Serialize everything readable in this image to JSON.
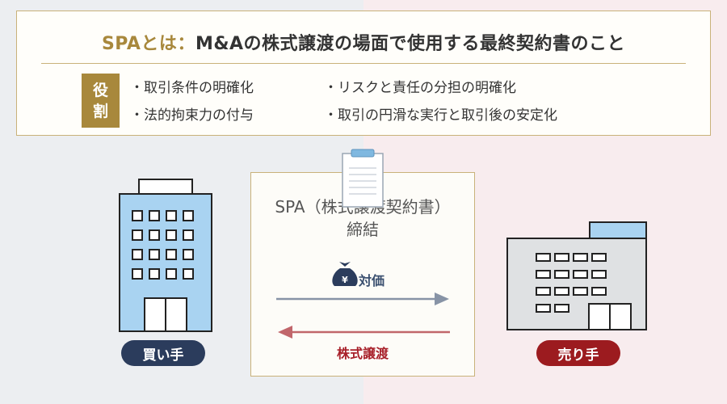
{
  "definition": {
    "title_prefix": "SPAとは：",
    "title_body": "M&Aの株式譲渡の場面で使用する最終契約書のこと",
    "role_label_1": "役",
    "role_label_2": "割",
    "roles": [
      "取引条件の明確化",
      "リスクと責任の分担の明確化",
      "法的拘束力の付与",
      "取引の円滑な実行と取引後の安定化"
    ]
  },
  "contract": {
    "title_line1": "SPA（株式譲渡契約書）",
    "title_line2": "締結",
    "price_label": "対価",
    "stock_label": "株式譲渡",
    "coin_symbol": "¥"
  },
  "parties": {
    "buyer": "買い手",
    "seller": "売り手"
  },
  "colors": {
    "gold": "#a8883c",
    "navy": "#2b3c5c",
    "crimson": "#9c1b1f",
    "arrow_price": "#8793a6",
    "arrow_stock": "#c1666b",
    "building_blue": "#a9d3f1"
  },
  "icons": {
    "clipboard": "clipboard-icon",
    "money_bag": "money-bag-icon",
    "buyer_building": "office-tower-icon",
    "seller_building": "factory-building-icon"
  }
}
